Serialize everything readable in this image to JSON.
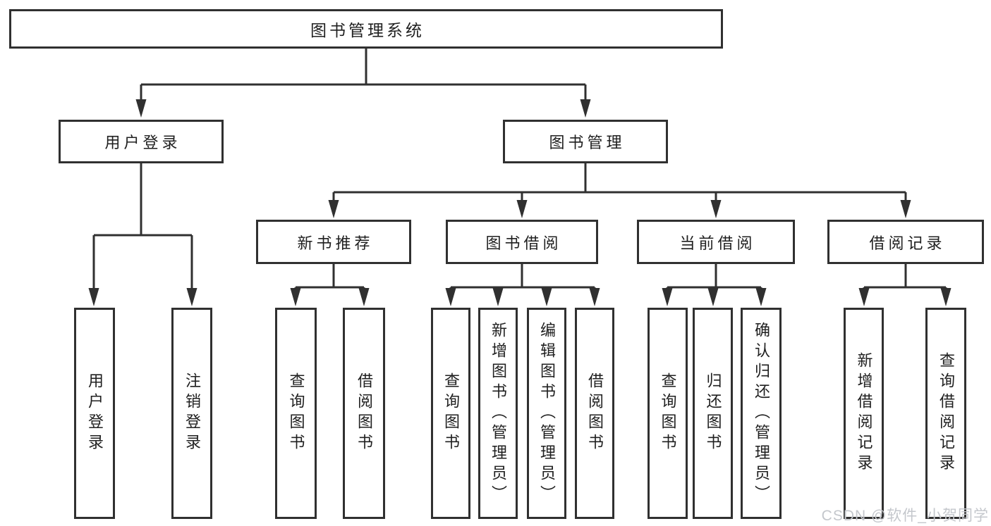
{
  "diagram": {
    "title": "图书管理系统",
    "colors": {
      "line": "#303030",
      "box_border": "#303030",
      "box_background": "#ffffff",
      "text": "#1f1f1f",
      "watermark_text": "#c4c7cc"
    },
    "tree": {
      "label": "图书管理系统",
      "children": [
        {
          "label": "用户登录",
          "children": [
            {
              "label": "用户登录"
            },
            {
              "label": "注销登录"
            }
          ]
        },
        {
          "label": "图书管理",
          "children": [
            {
              "label": "新书推荐",
              "children": [
                {
                  "label": "查询图书"
                },
                {
                  "label": "借阅图书"
                }
              ]
            },
            {
              "label": "图书借阅",
              "children": [
                {
                  "label": "查询图书"
                },
                {
                  "label": "新增图书（管理员）"
                },
                {
                  "label": "编辑图书（管理员）"
                },
                {
                  "label": "借阅图书"
                }
              ]
            },
            {
              "label": "当前借阅",
              "children": [
                {
                  "label": "查询图书"
                },
                {
                  "label": "归还图书"
                },
                {
                  "label": "确认归还（管理员）"
                }
              ]
            },
            {
              "label": "借阅记录",
              "children": [
                {
                  "label": "新增借阅记录"
                },
                {
                  "label": "查询借阅记录"
                }
              ]
            }
          ]
        }
      ]
    }
  },
  "watermark": {
    "text": "CSDN @软件_小贺同学"
  }
}
